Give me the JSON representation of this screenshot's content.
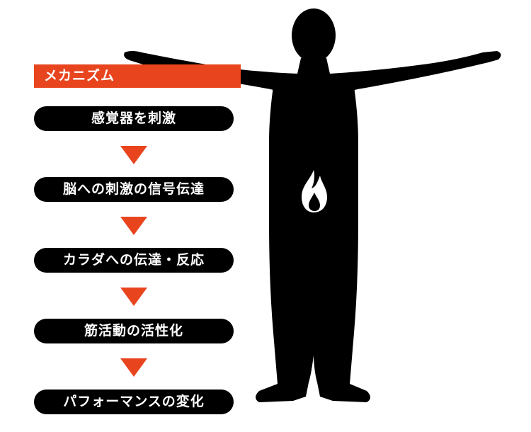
{
  "diagram": {
    "header": "メカニズム",
    "steps": [
      "感覚器を刺激",
      "脳への刺激の信号伝達",
      "カラダへの伝達・反応",
      "筋活動の活性化",
      "パフォーマンスの変化"
    ],
    "colors": {
      "accent": "#e8451f",
      "silhouette": "#000000",
      "text": "#ffffff"
    },
    "icons": [
      "human-silhouette-icon",
      "flame-icon"
    ]
  }
}
